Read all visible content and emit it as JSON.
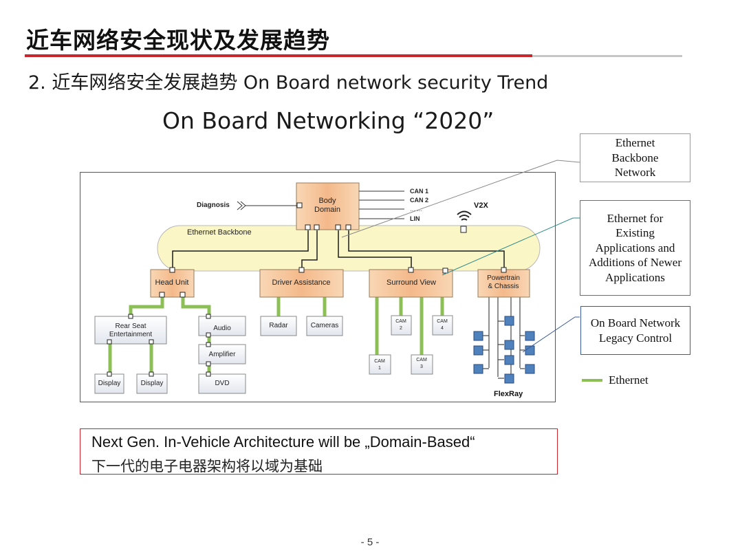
{
  "slide": {
    "title": "近车网络安全现状及发展趋势",
    "subtitle": "2. 近车网络安全发展趋势 On Board network security Trend",
    "page_number": "- 5 -"
  },
  "diagram": {
    "title": "On Board Networking “2020”",
    "backbone_label": "Ethernet Backbone",
    "diagnosis_label": "Diagnosis",
    "v2x_label": "V2X",
    "flexray_label": "FlexRay",
    "body_domain": [
      "Body",
      "Domain"
    ],
    "can_labels": [
      "CAN 1",
      "CAN 2",
      "… …",
      "LIN"
    ],
    "domains": {
      "head_unit": "Head Unit",
      "driver_assistance": "Driver Assistance",
      "surround_view": "Surround View",
      "powertrain": [
        "Powertrain",
        "& Chassis"
      ]
    },
    "devices": {
      "rear_seat": [
        "Rear Seat",
        "Entertainment"
      ],
      "display_1": "Display",
      "display_2": "Display",
      "audio": "Audio",
      "amplifier": "Amplifier",
      "dvd": "DVD",
      "radar": "Radar",
      "cameras": "Cameras",
      "cam1": [
        "CAM",
        "1"
      ],
      "cam2": [
        "CAM",
        "2"
      ],
      "cam3": [
        "CAM",
        "3"
      ],
      "cam4": [
        "CAM",
        "4"
      ]
    },
    "colors": {
      "ethernet": "#8cc056",
      "domain_fill": "#f6c79f",
      "backbone_fill": "#fbf6c6",
      "ecu_fill": "#4f81bd"
    }
  },
  "callouts": {
    "ethernet_backbone": "Ethernet Backbone Network",
    "ethernet_existing": "Ethernet for Existing Applications and Additions of Newer Applications",
    "legacy_control": "On Board Network Legacy Control"
  },
  "legend": {
    "ethernet": "Ethernet"
  },
  "note": {
    "english": "Next Gen. In-Vehicle Architecture will be „Domain-Based“",
    "chinese": "下一代的电子电器架构将以域为基础"
  }
}
